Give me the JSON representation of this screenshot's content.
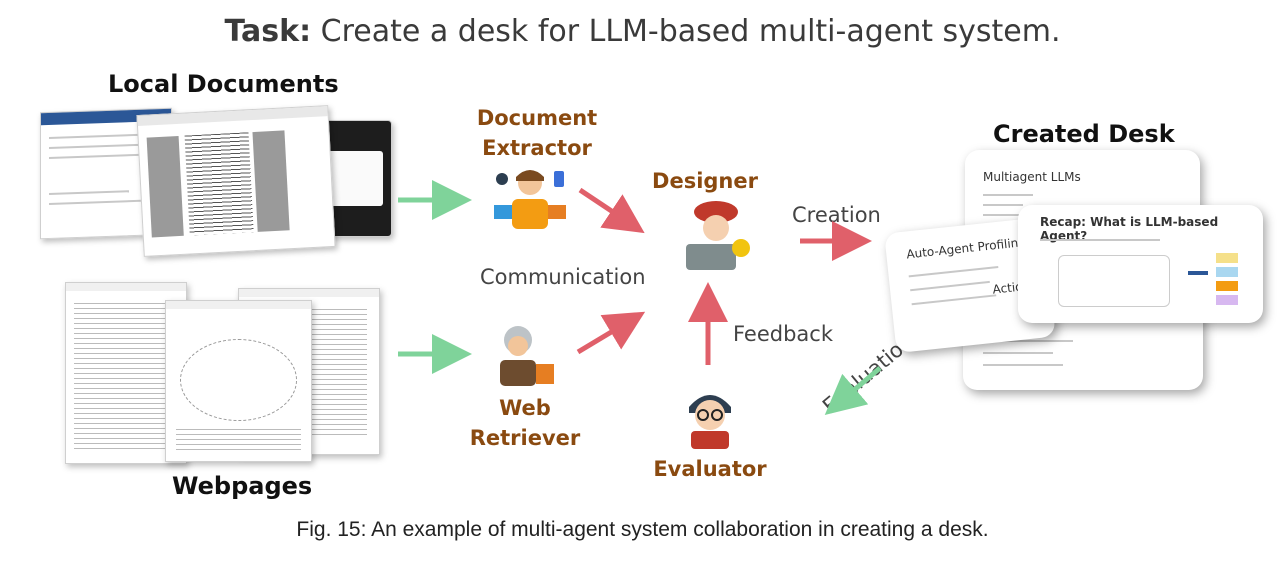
{
  "task": {
    "prefix": "Task:",
    "text": " Create a desk for LLM-based multi-agent system."
  },
  "sections": {
    "local_documents": "Local Documents",
    "webpages": "Webpages",
    "created_desk": "Created Desk"
  },
  "agents": {
    "document_extractor": {
      "line1": "Document",
      "line2": "Extractor"
    },
    "web_retriever": {
      "line1": "Web",
      "line2": "Retriever"
    },
    "designer": "Designer",
    "evaluator": "Evaluator"
  },
  "edges": {
    "communication": "Communication",
    "creation": "Creation",
    "feedback": "Feedback",
    "evaluation": "Evaluation"
  },
  "slides": {
    "back": "Multiagent LLMs",
    "left": "Auto-Agent Profiling",
    "front": "Recap: What is LLM-based Agent?",
    "action": "Action"
  },
  "caption": "Fig. 15: An example of multi-agent system collaboration in creating a desk.",
  "colors": {
    "agent_label": "#8a4a10",
    "red_arrow": "#e0606a",
    "green_arrow": "#7fd39a"
  }
}
